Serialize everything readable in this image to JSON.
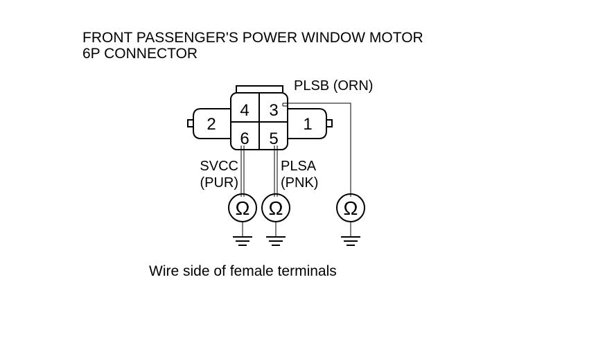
{
  "title": {
    "line1": "FRONT PASSENGER'S POWER WINDOW MOTOR",
    "line2": "6P CONNECTOR"
  },
  "connector": {
    "pins": {
      "p1": "1",
      "p2": "2",
      "p3": "3",
      "p4": "4",
      "p5": "5",
      "p6": "6"
    }
  },
  "wires": {
    "plsb": "PLSB (ORN)",
    "svcc_name": "SVCC",
    "svcc_color": "(PUR)",
    "plsa_name": "PLSA",
    "plsa_color": "(PNK)"
  },
  "meter_symbol": "Ω",
  "caption": "Wire side of female terminals"
}
